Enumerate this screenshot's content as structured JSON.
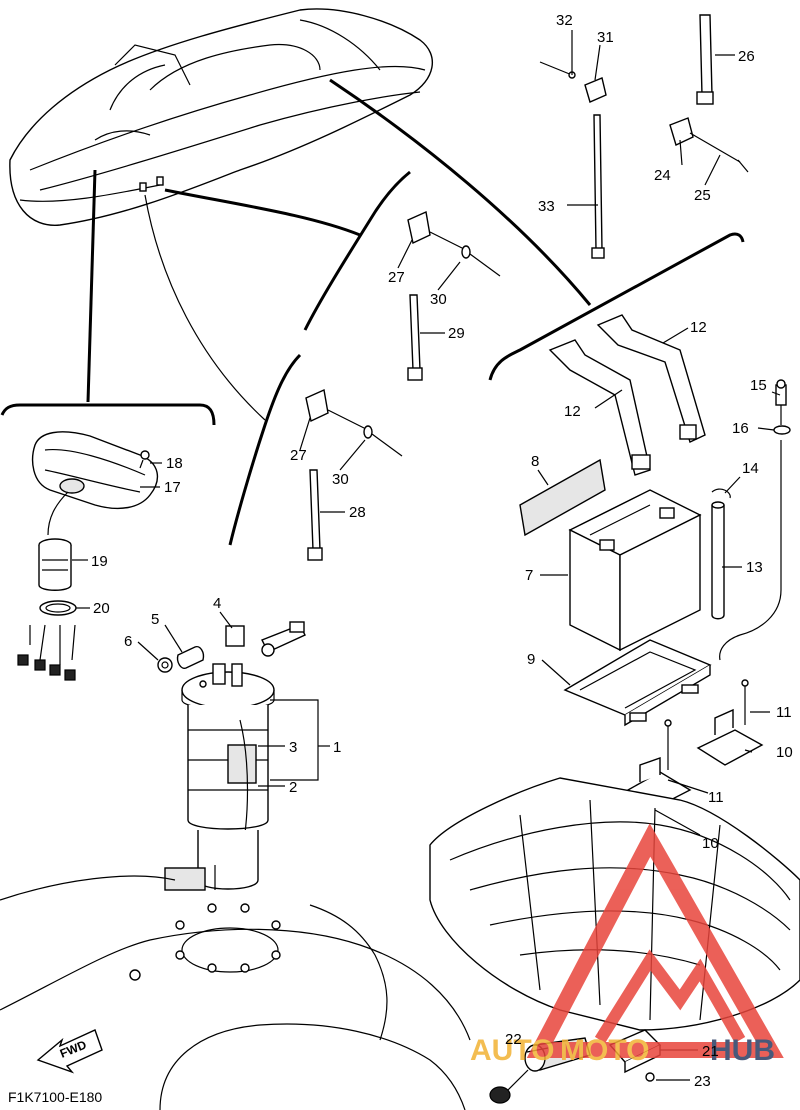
{
  "diagram": {
    "code": "F1K7100-E180",
    "fwd_label": "FWD",
    "watermark": {
      "text_left": "AUTO",
      "text_mid": "MOTO",
      "text_right": "HUB",
      "color_left": "#f2b233",
      "color_right": "#2a3d63",
      "triangle_color": "#e8453c"
    },
    "callouts": [
      "1",
      "2",
      "3",
      "4",
      "5",
      "6",
      "7",
      "8",
      "9",
      "10",
      "10",
      "11",
      "11",
      "12",
      "12",
      "13",
      "14",
      "15",
      "16",
      "17",
      "18",
      "19",
      "20",
      "21",
      "22",
      "23",
      "24",
      "25",
      "26",
      "27",
      "27",
      "28",
      "29",
      "30",
      "30",
      "31",
      "32",
      "33"
    ]
  }
}
